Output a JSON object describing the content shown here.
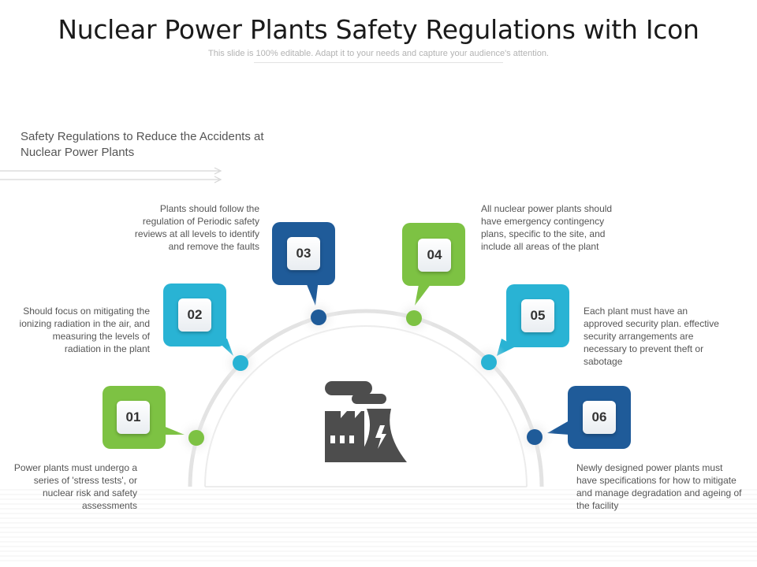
{
  "title": "Nuclear Power Plants Safety Regulations with Icon",
  "subtitle": "This slide is 100% editable. Adapt it to your needs and capture your audience's attention.",
  "heading": "Safety Regulations to Reduce the Accidents at Nuclear Power Plants",
  "center_icon": "nuclear-plant-icon",
  "colors": {
    "green": "#7dc243",
    "cyan": "#29b3d4",
    "navy": "#1f5b99",
    "arc": "#e3e3e3",
    "icon": "#4d4d4d"
  },
  "steps": [
    {
      "number": "01",
      "color": "green",
      "text": "Power plants must undergo a series of 'stress tests', or nuclear risk and safety assessments"
    },
    {
      "number": "02",
      "color": "cyan",
      "text": "Should focus on mitigating the ionizing radiation in the air, and measuring the levels of radiation in the plant"
    },
    {
      "number": "03",
      "color": "navy",
      "text": "Plants should follow the regulation of Periodic safety reviews at all levels to identify and remove the faults"
    },
    {
      "number": "04",
      "color": "green",
      "text": "All nuclear power plants should have emergency contingency plans, specific to the site, and include all areas of the plant"
    },
    {
      "number": "05",
      "color": "cyan",
      "text": "Each plant must have an approved security plan. effective security arrangements are necessary to prevent theft or sabotage"
    },
    {
      "number": "06",
      "color": "navy",
      "text": "Newly designed power plants must have specifications for how to mitigate and manage degradation and ageing of the facility"
    }
  ]
}
